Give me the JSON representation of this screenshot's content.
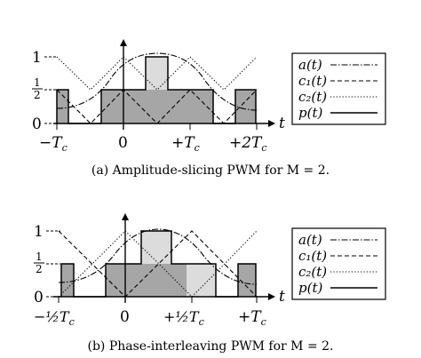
{
  "panels": [
    {
      "caption": "(a) Amplitude-slicing PWM for M = 2.",
      "y_ticks": {
        "one": "1",
        "half_num": "1",
        "half_den": "2",
        "zero": "0"
      },
      "axis_label": "t",
      "x_ticks": [
        {
          "main": "−T",
          "sub": "c"
        },
        {
          "main": "0",
          "sub": ""
        },
        {
          "main": "+T",
          "sub": "c"
        },
        {
          "main": "+2T",
          "sub": "c"
        }
      ],
      "legend": [
        {
          "label": "a(t)",
          "style": "dashdot"
        },
        {
          "label": "c₁(t)",
          "style": "dashed"
        },
        {
          "label": "c₂(t)",
          "style": "dotted"
        },
        {
          "label": "p(t)",
          "style": "solid"
        }
      ]
    },
    {
      "caption": "(b) Phase-interleaving PWM for M = 2.",
      "y_ticks": {
        "one": "1",
        "half_num": "1",
        "half_den": "2",
        "zero": "0"
      },
      "axis_label": "t",
      "x_ticks": [
        {
          "main": "−½T",
          "sub": "c"
        },
        {
          "main": "0",
          "sub": ""
        },
        {
          "main": "+½T",
          "sub": "c"
        },
        {
          "main": "+T",
          "sub": "c"
        }
      ],
      "legend": [
        {
          "label": "a(t)",
          "style": "dashdot"
        },
        {
          "label": "c₁(t)",
          "style": "dashed"
        },
        {
          "label": "c₂(t)",
          "style": "dotted"
        },
        {
          "label": "p(t)",
          "style": "solid"
        }
      ]
    }
  ],
  "colors": {
    "dark_fill": "#a6a6a6",
    "light_fill": "#dcdcdc",
    "ink": "#000000"
  }
}
